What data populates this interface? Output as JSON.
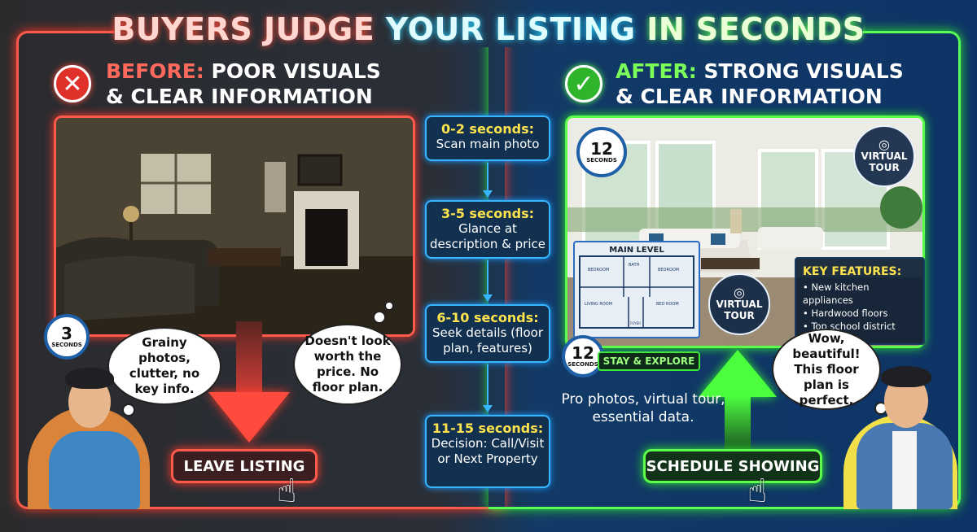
{
  "title": {
    "part1": "BUYERS JUDGE",
    "part2": "YOUR LISTING",
    "part3": "IN SECONDS"
  },
  "before": {
    "label": "BEFORE:",
    "line1_rest": "POOR VISUALS",
    "line2": "& CLEAR INFORMATION",
    "badge": "✕",
    "timer": {
      "number": "3",
      "unit": "SECONDS"
    },
    "bubble1": "Grainy photos, clutter, no key info.",
    "bubble2": "Doesn't look worth the price. No floor plan.",
    "button": "LEAVE LISTING"
  },
  "after": {
    "label": "AFTER:",
    "line1_rest": "STRONG VISUALS",
    "line2": "& CLEAR INFORMATION",
    "badge": "✓",
    "timer_top": {
      "number": "12",
      "unit": "SECONDS"
    },
    "timer_bottom": {
      "number": "12",
      "unit": "SECONDS"
    },
    "virtual_tour_top": "VIRTUAL TOUR",
    "virtual_tour_center": "VIRTUAL TOUR",
    "floor_plan_title": "MAIN LEVEL",
    "floor_plan_rooms": [
      "BEDROOM",
      "BATH",
      "BEDROOM",
      "LIVING ROOM",
      "BED ROOM",
      "FOYER"
    ],
    "key_features": {
      "heading": "KEY FEATURES:",
      "items": [
        "New kitchen appliances",
        "Hardwood floors",
        "Top school district"
      ]
    },
    "stay_explore": "STAY & EXPLORE",
    "caption": "Pro photos, virtual tour, essential data.",
    "bubble": "Wow, beautiful! This floor plan is perfect.",
    "button": "SCHEDULE SHOWING"
  },
  "timeline": [
    {
      "heading": "0-2 seconds:",
      "text": "Scan main photo"
    },
    {
      "heading": "3-5 seconds:",
      "text": "Glance at description & price"
    },
    {
      "heading": "6-10 seconds:",
      "text": "Seek details (floor plan, features)"
    },
    {
      "heading": "11-15 seconds:",
      "text": "Decision: Call/Visit or Next Property"
    }
  ],
  "colors": {
    "bad": "#ff5a4c",
    "good": "#5cff4a",
    "timeline": "#36b7ff",
    "highlight": "#ffe34d"
  }
}
